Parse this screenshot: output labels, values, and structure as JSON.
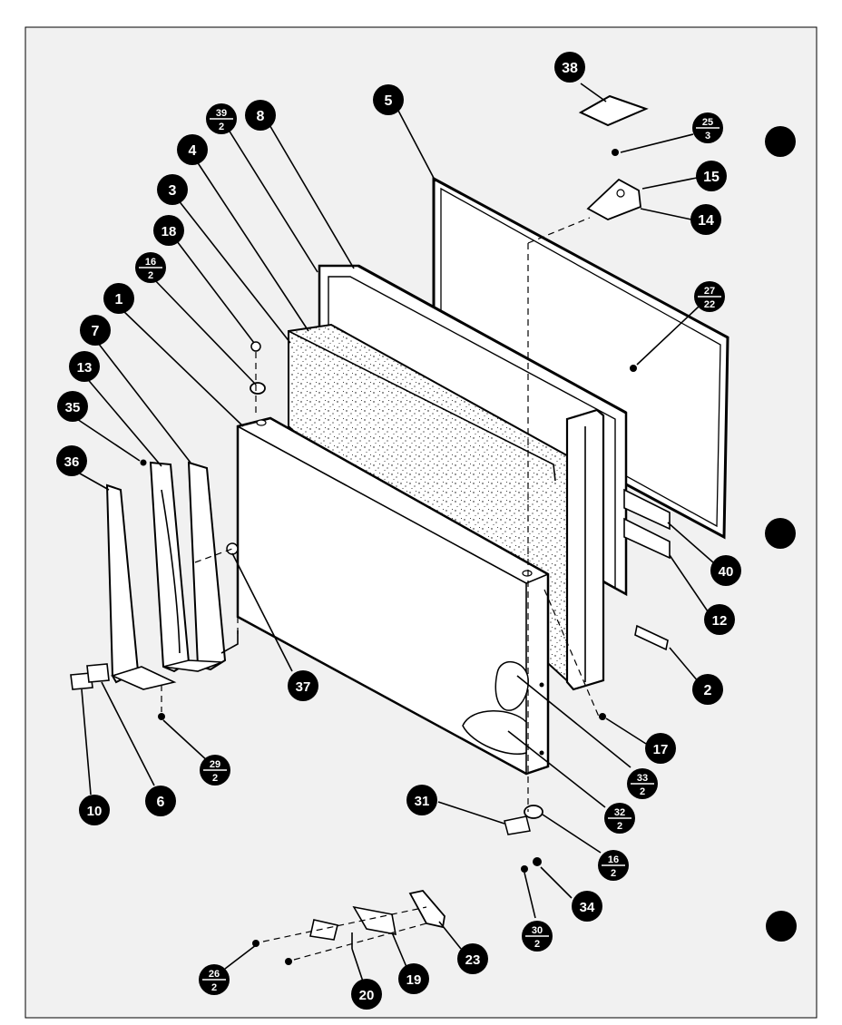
{
  "callouts": {
    "c38": "38",
    "c25_3": {
      "top": "25",
      "bottom": "3"
    },
    "c15": "15",
    "c14": "14",
    "c5": "5",
    "c39_2": {
      "top": "39",
      "bottom": "2"
    },
    "c8": "8",
    "c4": "4",
    "c3": "3",
    "c18": "18",
    "c16_2a": {
      "top": "16",
      "bottom": "2"
    },
    "c1": "1",
    "c7": "7",
    "c13": "13",
    "c35": "35",
    "c36": "36",
    "c27_22": {
      "top": "27",
      "bottom": "22"
    },
    "c40": "40",
    "c12": "12",
    "c2": "2",
    "c37": "37",
    "c17": "17",
    "c33_2": {
      "top": "33",
      "bottom": "2"
    },
    "c32_2": {
      "top": "32",
      "bottom": "2"
    },
    "c29_2": {
      "top": "29",
      "bottom": "2"
    },
    "c10": "10",
    "c6": "6",
    "c31": "31",
    "c16_2b": {
      "top": "16",
      "bottom": "2"
    },
    "c34": "34",
    "c30_2": {
      "top": "30",
      "bottom": "2"
    },
    "c23": "23",
    "c19": "19",
    "c20": "20",
    "c26_2": {
      "top": "26",
      "bottom": "2"
    }
  },
  "colors": {
    "ink": "#000000",
    "paper": "#ffffff",
    "frame": "#f1f1f1"
  }
}
